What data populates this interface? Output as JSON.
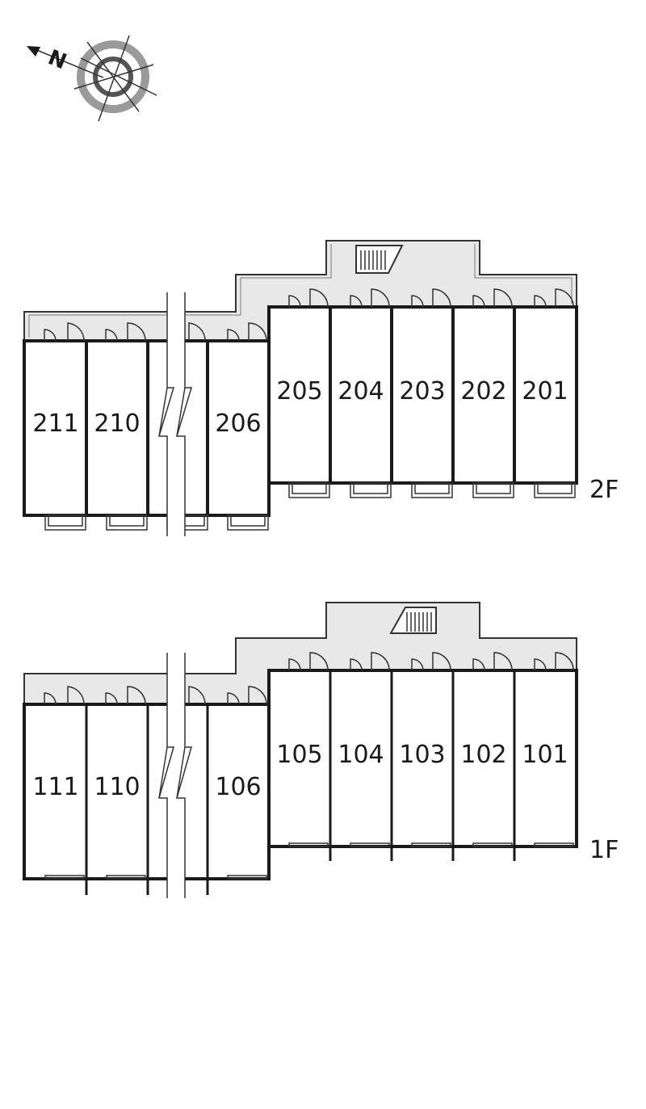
{
  "compass": {
    "north_letter": "N",
    "icon": "compass-rose-icon"
  },
  "floors": [
    {
      "id": "2f",
      "label": "2F",
      "east_units": [
        "205",
        "204",
        "203",
        "202",
        "201"
      ],
      "west_units": [
        "211",
        "210",
        "206"
      ],
      "stair_icon": "staircase-icon"
    },
    {
      "id": "1f",
      "label": "1F",
      "east_units": [
        "105",
        "104",
        "103",
        "102",
        "101"
      ],
      "west_units": [
        "111",
        "110",
        "106"
      ],
      "stair_icon": "staircase-icon"
    }
  ],
  "colors": {
    "wall": "#1a1a1a",
    "corridor": "#e8e8e8",
    "line": "#333333",
    "compass_ring": "#999999"
  }
}
